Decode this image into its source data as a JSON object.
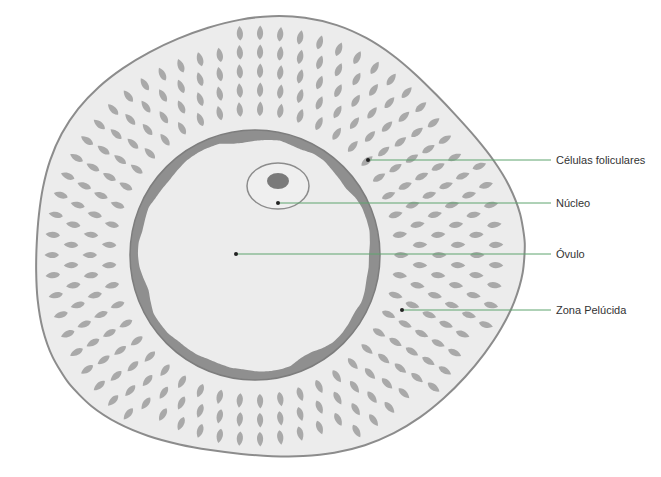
{
  "diagram": {
    "labels": [
      "Células foliculares",
      "Núcleo",
      "Óvulo",
      "Zona Pelúcida"
    ]
  }
}
